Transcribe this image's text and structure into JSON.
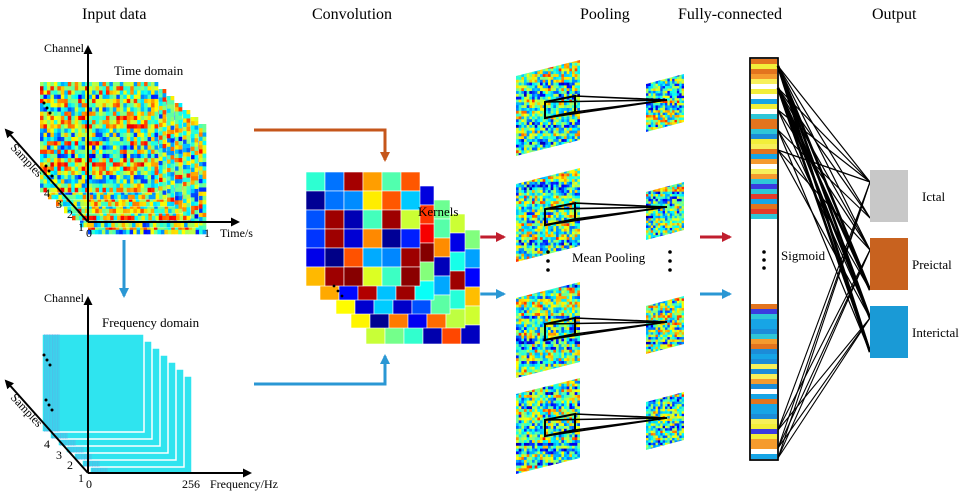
{
  "headers": {
    "input": "Input data",
    "conv": "Convolution",
    "pool": "Pooling",
    "fc": "Fully-connected",
    "out": "Output"
  },
  "time_panel": {
    "title": "Time domain",
    "channel": "Channel",
    "samples": "Samples",
    "x_start": "0",
    "x_end": "1",
    "x_unit": "Time/s",
    "sample_ticks": [
      "1",
      "2",
      "3",
      "4"
    ]
  },
  "freq_panel": {
    "title": "Frequency domain",
    "channel": "Channel",
    "samples": "Samples",
    "x_start": "0",
    "x_end": "256",
    "x_unit": "Frequency/Hz",
    "sample_ticks": [
      "1",
      "2",
      "3",
      "4"
    ]
  },
  "kernels_label": "Kernels",
  "pooling_label": "Mean Pooling",
  "fc_label": "Sigmoid",
  "outputs": [
    {
      "label": "Ictal",
      "color": "#c8c8c8"
    },
    {
      "label": "Preictal",
      "color": "#c8621f"
    },
    {
      "label": "Interictal",
      "color": "#1a9ad6"
    }
  ],
  "colors": {
    "orange_arrow": "#c5561b",
    "red_arrow": "#c01e2e",
    "blue_arrow": "#2a97d4",
    "freq_map": "#2fe4ef"
  }
}
